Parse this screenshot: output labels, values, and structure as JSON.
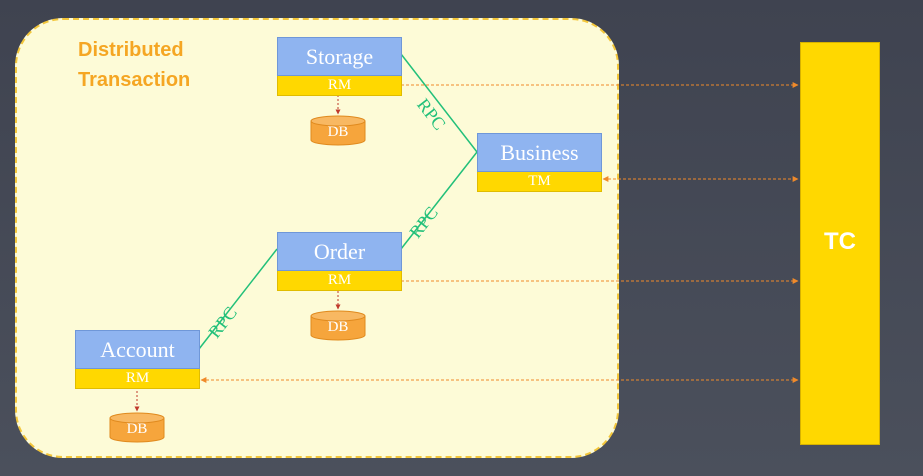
{
  "region": {
    "title": "Distributed Transaction"
  },
  "services": {
    "storage": {
      "name": "Storage",
      "role": "RM"
    },
    "business": {
      "name": "Business",
      "role": "TM"
    },
    "order": {
      "name": "Order",
      "role": "RM"
    },
    "account": {
      "name": "Account",
      "role": "RM"
    }
  },
  "databases": {
    "storage": {
      "label": "DB"
    },
    "order": {
      "label": "DB"
    },
    "account": {
      "label": "DB"
    }
  },
  "coordinator": {
    "label": "TC"
  },
  "rpc_labels": [
    "RPC",
    "RPC",
    "RPC"
  ],
  "colors": {
    "background": "#454a56",
    "region_fill": "#fdfbd7",
    "region_border": "#f3c63a",
    "title": "#f5a623",
    "service_header": "#8fb4f0",
    "role_bar": "#ffd800",
    "db": "#f6a53c",
    "rpc_line": "#22c07a",
    "arrow": "#f08a2a",
    "db_arrow": "#c0392b"
  }
}
